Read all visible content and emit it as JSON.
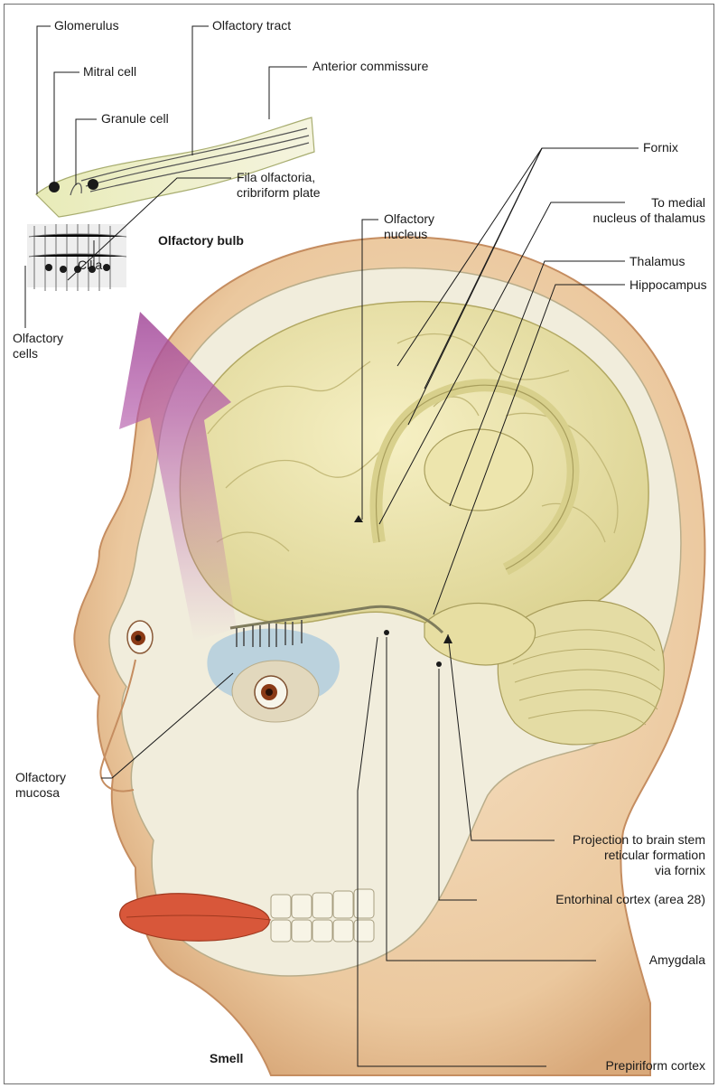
{
  "figure": {
    "caption": "Smell",
    "inset_title": "Olfactory bulb"
  },
  "labels": {
    "glomerulus": "Glomerulus",
    "olfactory_tract": "Olfactory tract",
    "mitral_cell": "Mitral cell",
    "anterior_commissure": "Anterior commissure",
    "granule_cell": "Granule cell",
    "fila_olfactoria_1": "Fila olfactoria,",
    "fila_olfactoria_2": "cribriform plate",
    "fornix": "Fornix",
    "to_medial_1": "To medial",
    "to_medial_2": "nucleus of thalamus",
    "olfactory_nucleus_1": "Olfactory",
    "olfactory_nucleus_2": "nucleus",
    "thalamus": "Thalamus",
    "hippocampus": "Hippocampus",
    "cilia": "Cilia",
    "olfactory_cells_1": "Olfactory",
    "olfactory_cells_2": "cells",
    "olfactory_mucosa_1": "Olfactory",
    "olfactory_mucosa_2": "mucosa",
    "projection_1": "Projection to brain stem",
    "projection_2": "reticular formation",
    "projection_3": "via fornix",
    "entorhinal": "Entorhinal cortex (area 28)",
    "amygdala": "Amygdala",
    "prepiriform": "Prepiriform cortex"
  }
}
